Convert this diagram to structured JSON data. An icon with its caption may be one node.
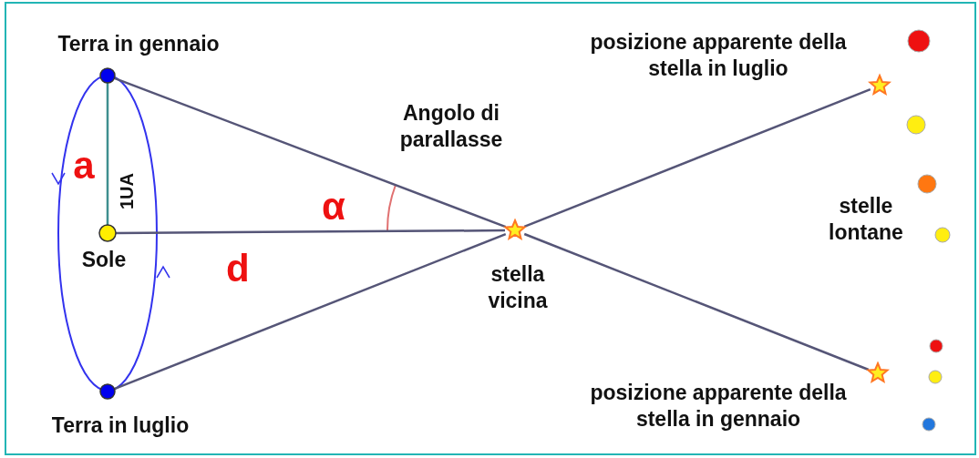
{
  "diagram": {
    "nodes": [
      {
        "text": [
          "Terra in gennaio"
        ]
      },
      {
        "text": [
          "Sole"
        ]
      },
      {
        "text": [
          "Terra in luglio"
        ]
      },
      {
        "text": [
          "stella vicina"
        ]
      },
      {
        "text": [
          "posizione apparente della stella in luglio"
        ]
      },
      {
        "text": [
          "posizione apparente della stella in gennaio"
        ]
      }
    ],
    "edges": [
      {
        "from": 0,
        "to": 1,
        "arrow": "none",
        "label": "1UA",
        "color": "#3f8f8f"
      },
      {
        "from": 0,
        "to": 3,
        "arrow": "none"
      },
      {
        "from": 3,
        "to": 4,
        "arrow": "none"
      },
      {
        "from": 2,
        "to": 3,
        "arrow": "none"
      },
      {
        "from": 3,
        "to": 5,
        "arrow": "none"
      },
      {
        "from": 1,
        "to": 3,
        "arrow": "none",
        "label": "d"
      }
    ],
    "labels": [
      "Angolo di parallasse",
      "a",
      "α",
      "stelle lontane"
    ]
  }
}
